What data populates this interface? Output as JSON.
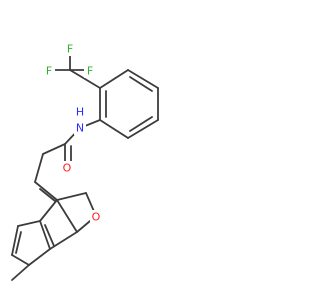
{
  "atoms": {
    "F1": {
      "text": "F",
      "color": "#2fb32f"
    },
    "F2": {
      "text": "F",
      "color": "#2fb32f"
    },
    "F3": {
      "text": "F",
      "color": "#2fb32f"
    },
    "NH": {
      "text": "N",
      "color": "#2b2bff"
    },
    "H": {
      "text": "H",
      "color": "#2b2bff"
    },
    "O_carbonyl": {
      "text": "O",
      "color": "#ff2020"
    },
    "O_ring": {
      "text": "O",
      "color": "#ff2020"
    }
  },
  "colors": {
    "bond": "#3c3c3c",
    "background": "#ffffff"
  }
}
